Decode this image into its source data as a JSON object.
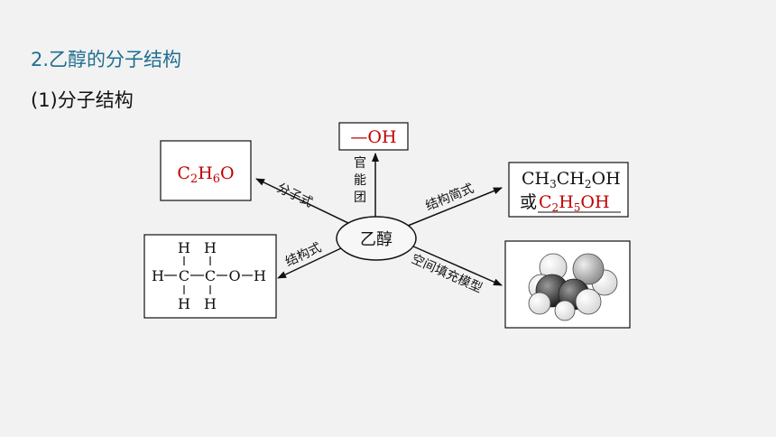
{
  "section_title": "2.乙醇的分子结构",
  "subtitle": "(1)分子结构",
  "colors": {
    "title": "#1f6e8f",
    "highlight": "#c00000"
  },
  "center": "乙醇",
  "labels": {
    "molecular_formula": "分子式",
    "functional_group": [
      "官",
      "能",
      "团"
    ],
    "simple_formula": "结构简式",
    "structural_formula": "结构式",
    "space_filling": "空间填充模型"
  },
  "molecular_formula": {
    "p1": "C",
    "s1": "2",
    "p2": "H",
    "s2": "6",
    "p3": "O"
  },
  "functional_group_value": "—OH",
  "simple_formula": {
    "line1": {
      "a": "CH",
      "s1": "3",
      "b": "CH",
      "s2": "2",
      "c": "OH"
    },
    "or": "或",
    "line2": {
      "a": "C",
      "s1": "2",
      "b": "H",
      "s2": "5",
      "c": "OH"
    }
  },
  "structural_formula": {
    "top": [
      "H",
      "H"
    ],
    "middle": [
      "H",
      "C",
      "C",
      "O",
      "H"
    ],
    "bottom": [
      "H",
      "H"
    ]
  },
  "space_filling_icon": "ethanol-space-filling-model"
}
